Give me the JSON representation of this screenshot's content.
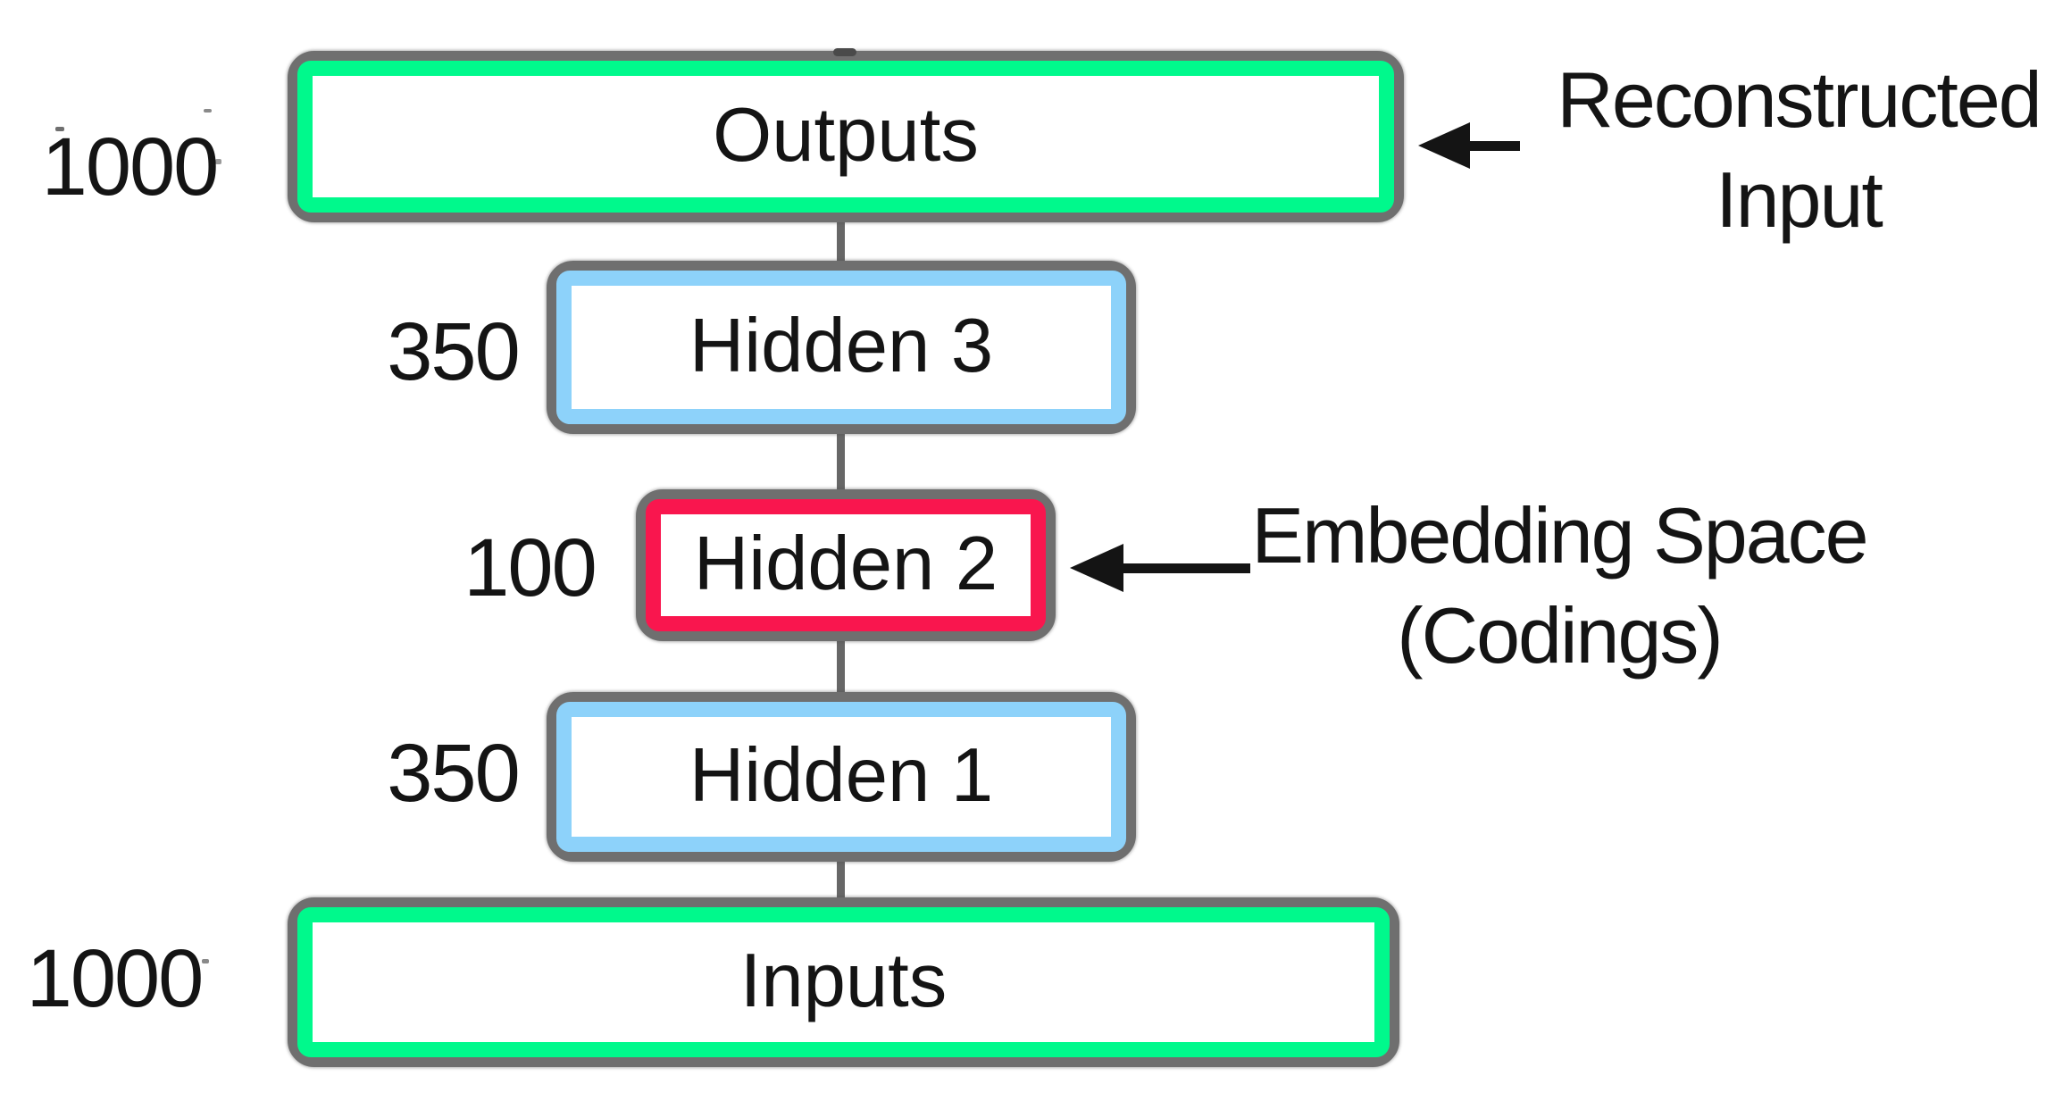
{
  "diagram": {
    "type": "autoencoder-architecture",
    "layers": [
      {
        "id": "outputs",
        "label": "Outputs",
        "size": "1000",
        "border_color": "#00F98C"
      },
      {
        "id": "hidden3",
        "label": "Hidden 3",
        "size": "350",
        "border_color": "#8DD2FA"
      },
      {
        "id": "hidden2",
        "label": "Hidden 2",
        "size": "100",
        "border_color": "#F9164E"
      },
      {
        "id": "hidden1",
        "label": "Hidden 1",
        "size": "350",
        "border_color": "#8DD2FA"
      },
      {
        "id": "inputs",
        "label": "Inputs",
        "size": "1000",
        "border_color": "#00F98C"
      }
    ],
    "annotations": [
      {
        "target": "outputs",
        "line1": "Reconstructed",
        "line2": "Input"
      },
      {
        "target": "hidden2",
        "line1": "Embedding Space",
        "line2": "(Codings)"
      }
    ],
    "colors": {
      "outline_gray": "#6F6F6F",
      "connector_gray": "#676767",
      "arrow_black": "#141414",
      "text_black": "#141414",
      "background": "#FFFFFF"
    }
  }
}
